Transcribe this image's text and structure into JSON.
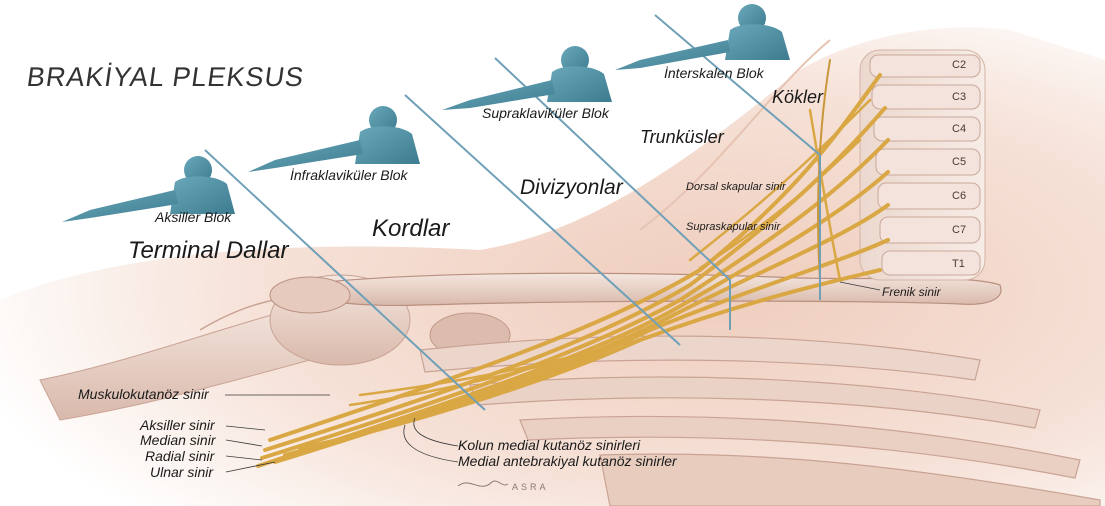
{
  "title": "BRAKİYAL PLEKSUS",
  "blocks": {
    "interscalene": "İnterskalen Blok",
    "supraclavicular": "Supraklaviküler Blok",
    "infraclavicular": "İnfraklaviküler Blok",
    "axillary": "Aksiller Blok"
  },
  "regions": {
    "roots": "Kökler",
    "trunks": "Trunküsler",
    "divisions": "Divizyonlar",
    "cords": "Kordlar",
    "terminal": "Terminal Dallar"
  },
  "vertebrae": [
    "C2",
    "C3",
    "C4",
    "C5",
    "C6",
    "C7",
    "T1"
  ],
  "nerves": {
    "dorsal_scapular": "Dorsal skapular sinir",
    "suprascapular": "Supraskapular sinir",
    "phrenic": "Frenik sinir",
    "musculocutaneous": "Muskulokutanöz sinir",
    "axillary": "Aksiller sinir",
    "median": "Median sinir",
    "radial": "Radial sinir",
    "ulnar": "Ulnar sinir",
    "medial_brachial": "Kolun medial kutanöz sinirleri",
    "medial_antebrachial": "Medial antebrakiyal kutanöz sinirler"
  },
  "signature": "ASRA",
  "colors": {
    "skin_bg": "#f3dcd0",
    "bone": "#e9d6cc",
    "nerve": "#d9a743",
    "guide_line": "#6fa0b8",
    "figure": "#4f8ea3"
  }
}
